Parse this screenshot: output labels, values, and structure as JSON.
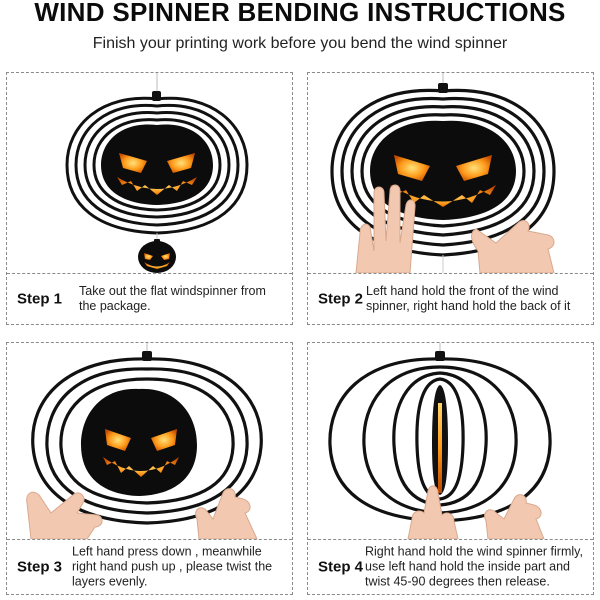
{
  "header": {
    "title": "WIND SPINNER BENDING INSTRUCTIONS",
    "subtitle": "Finish your printing work before you bend the wind spinner"
  },
  "steps": [
    {
      "label": "Step 1",
      "text": "Take out the flat windspinner from the package."
    },
    {
      "label": "Step 2",
      "text": "Left hand hold the front of the wind spinner, right hand hold the back of it"
    },
    {
      "label": "Step 3",
      "text": "Left hand press down , meanwhile right hand push up , please twist the layers evenly."
    },
    {
      "label": "Step 4",
      "text": "Right hand hold the wind spinner firmly, use left hand hold the inside part and twist 45-90 degrees then release."
    }
  ],
  "colors": {
    "ring": "#111111",
    "pumpkin_glow": "#ff9a1a",
    "skin": "#f2c9b0",
    "border": "#8a8a8a"
  }
}
